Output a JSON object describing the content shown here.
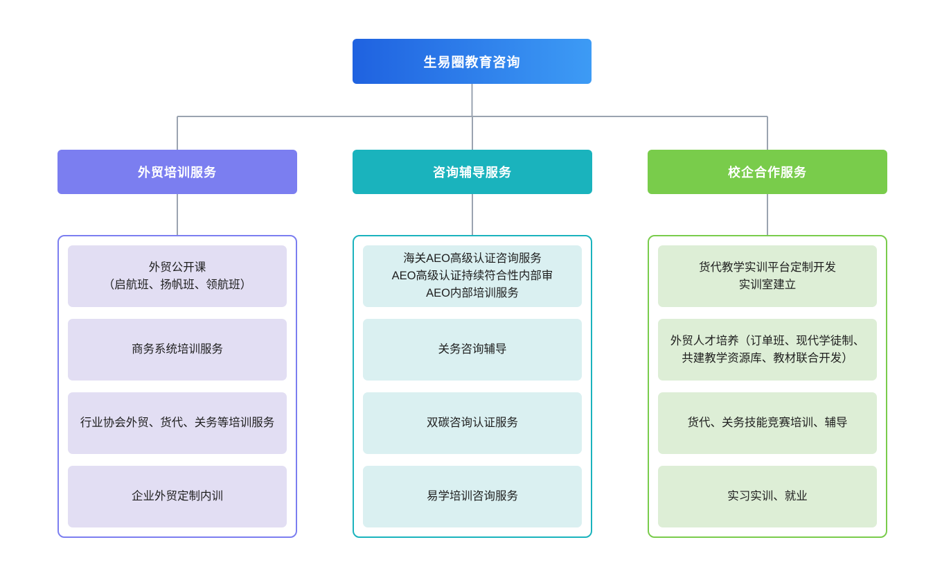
{
  "diagram": {
    "type": "organization-chart",
    "root": {
      "label": "生易圈教育咨询",
      "gradient_from": "#1f62e0",
      "gradient_to": "#3d9bf5"
    },
    "connector_color": "#9aa3b0",
    "columns": [
      {
        "header": "外贸培训服务",
        "header_color": "#7b7ef0",
        "panel_border": "#7b7ef0",
        "card_bg": "#e2def3",
        "items": [
          "外贸公开课\n（启航班、扬帆班、领航班）",
          "商务系统培训服务",
          "行业协会外贸、货代、关务等培训服务",
          "企业外贸定制内训"
        ]
      },
      {
        "header": "咨询辅导服务",
        "header_color": "#1ab3bd",
        "panel_border": "#1ab3bd",
        "card_bg": "#daf0f1",
        "items": [
          "海关AEO高级认证咨询服务\nAEO高级认证持续符合性内部审\nAEO内部培训服务",
          "关务咨询辅导",
          "双碳咨询认证服务",
          "易学培训咨询服务"
        ]
      },
      {
        "header": "校企合作服务",
        "header_color": "#79cc4b",
        "panel_border": "#79cc4b",
        "card_bg": "#ddeed6",
        "items": [
          "货代教学实训平台定制开发\n实训室建立",
          "外贸人才培养（订单班、现代学徒制、共建教学资源库、教材联合开发）",
          "货代、关务技能竞赛培训、辅导",
          "实习实训、就业"
        ]
      }
    ]
  }
}
